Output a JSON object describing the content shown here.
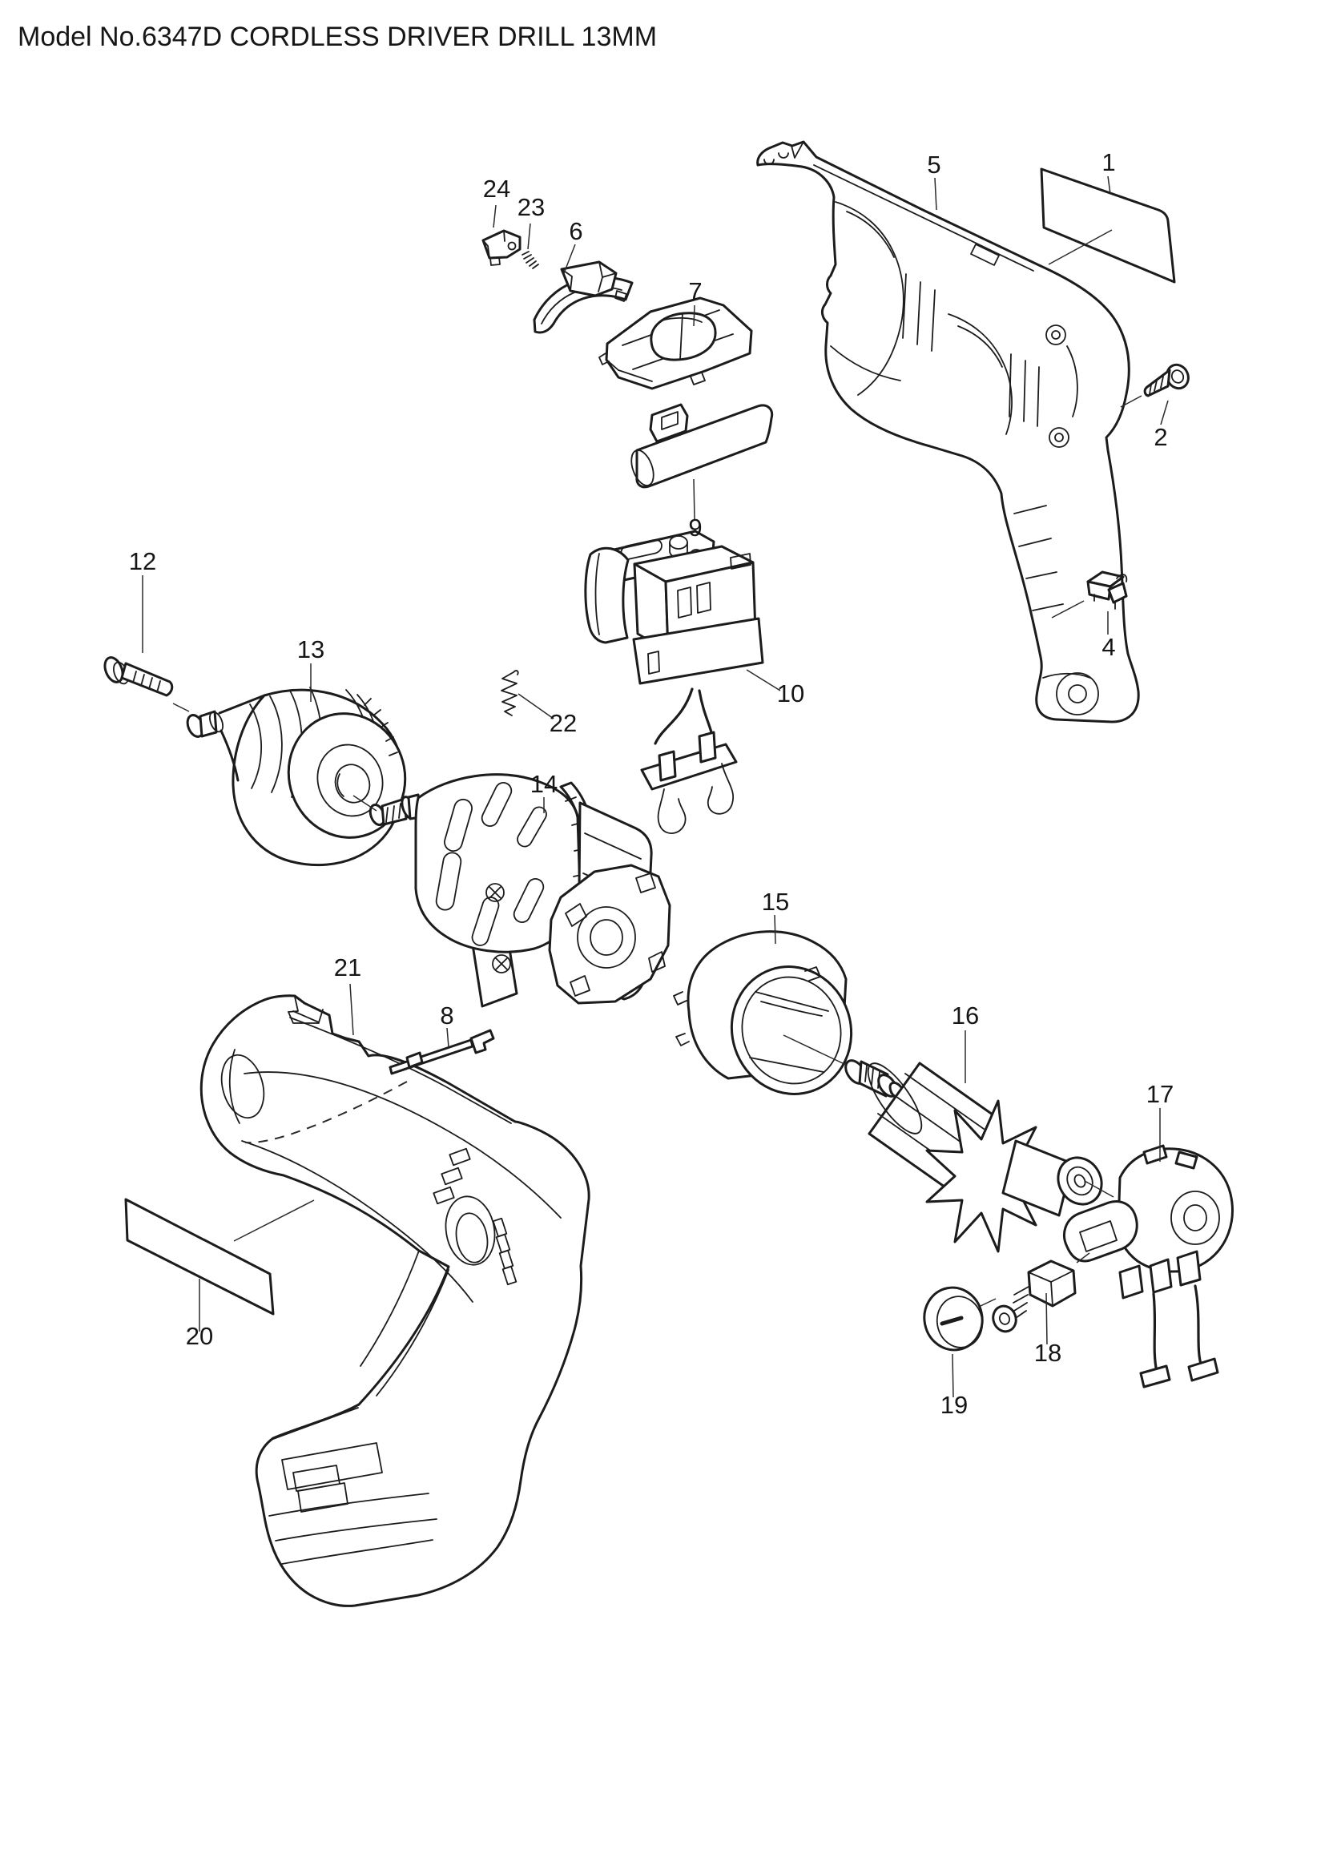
{
  "title": "Model No.6347D CORDLESS DRIVER DRILL 13MM",
  "model_no": "6347D",
  "product": "CORDLESS DRIVER DRILL",
  "chuck_capacity": "13MM",
  "colors": {
    "line": "#1c1c1c",
    "background": "#ffffff"
  },
  "callout_numbers": [
    "1",
    "2",
    "4",
    "5",
    "6",
    "7",
    "8",
    "9",
    "10",
    "12",
    "13",
    "14",
    "15",
    "16",
    "17",
    "18",
    "19",
    "20",
    "21",
    "22",
    "23",
    "24"
  ]
}
